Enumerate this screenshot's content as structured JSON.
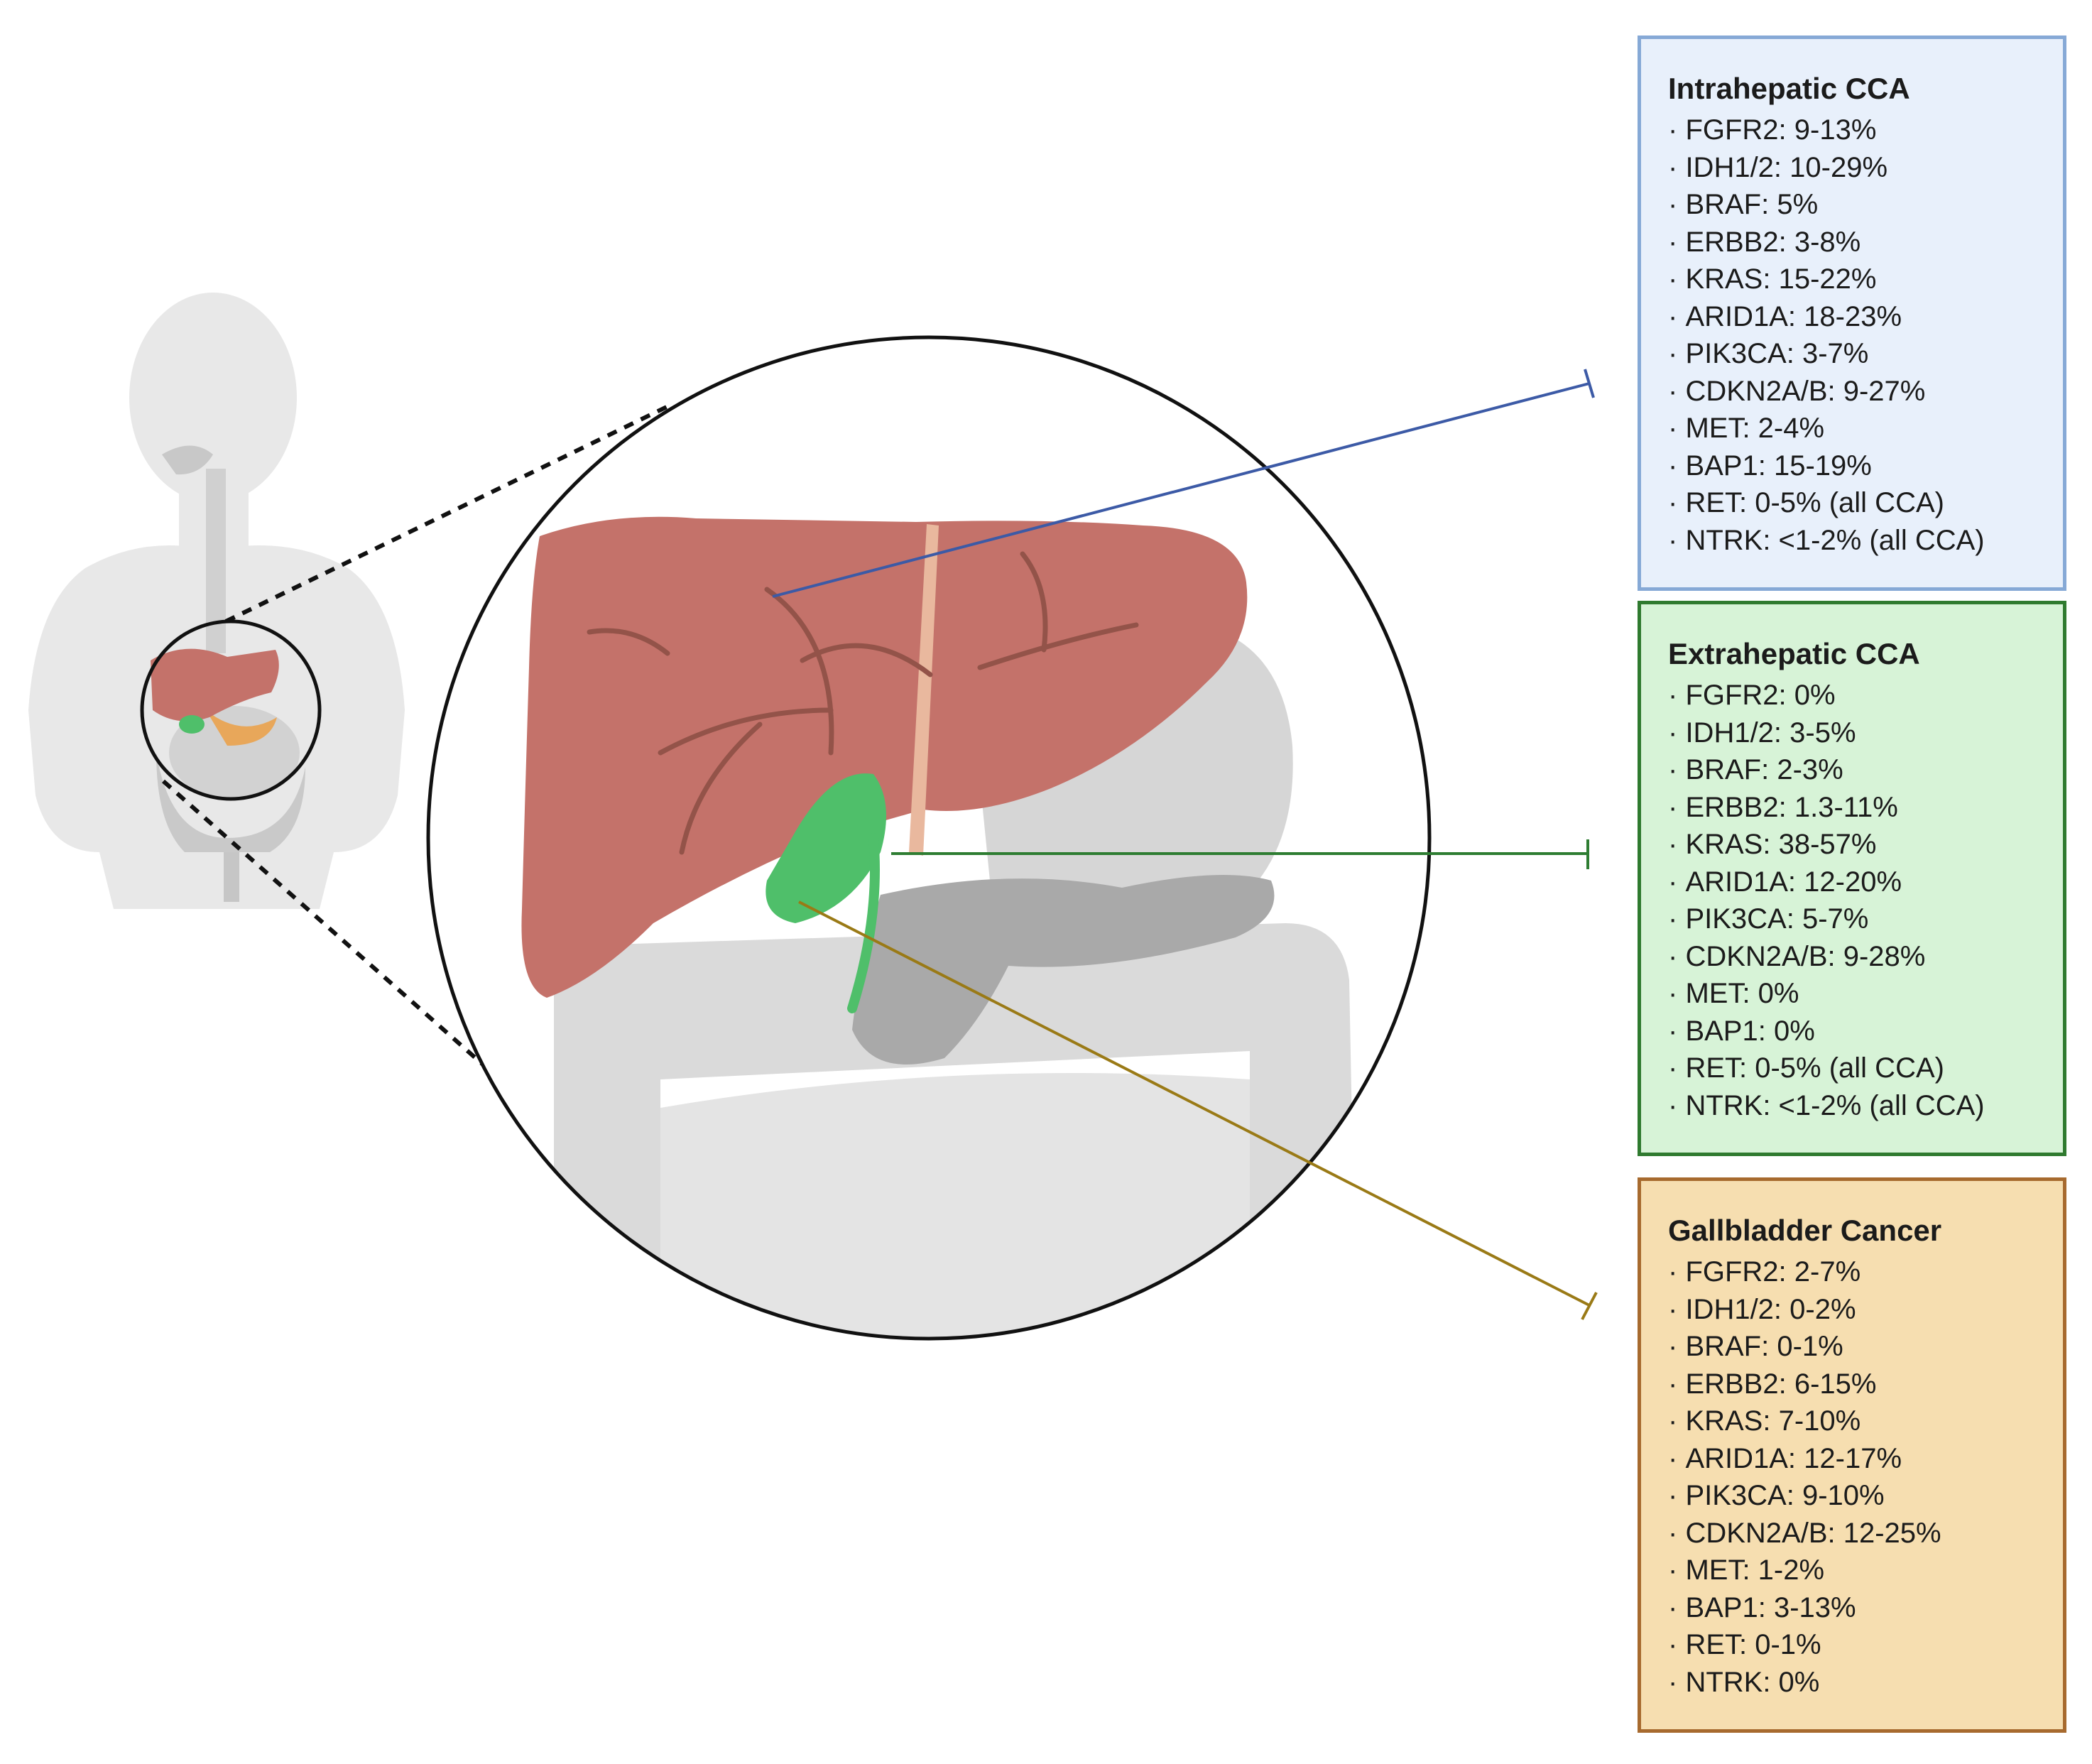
{
  "panels": [
    {
      "id": "ihcca",
      "title": "Intrahepatic CCA",
      "items": [
        "FGFR2: 9-13%",
        "IDH1/2: 10-29%",
        "BRAF: 5%",
        "ERBB2: 3-8%",
        "KRAS: 15-22%",
        "ARID1A: 18-23%",
        "PIK3CA: 3-7%",
        "CDKN2A/B: 9-27%",
        "MET: 2-4%",
        "BAP1: 15-19%",
        "RET: 0-5% (all CCA)",
        "NTRK: <1-2% (all CCA)"
      ],
      "colors": {
        "fill": "#e8f0fb",
        "border": "#86a9d6",
        "connector": "#3c5aa6"
      }
    },
    {
      "id": "ehcca",
      "title": "Extrahepatic CCA",
      "items": [
        "FGFR2: 0%",
        "IDH1/2: 3-5%",
        "BRAF: 2-3%",
        "ERBB2: 1.3-11%",
        "KRAS: 38-57%",
        "ARID1A: 12-20%",
        "PIK3CA: 5-7%",
        "CDKN2A/B: 9-28%",
        "MET: 0%",
        "BAP1: 0%",
        "RET: 0-5% (all CCA)",
        "NTRK: <1-2% (all CCA)"
      ],
      "colors": {
        "fill": "#d7f3d7",
        "border": "#2f7a2f",
        "connector": "#2e7d32"
      }
    },
    {
      "id": "gbc",
      "title": "Gallbladder Cancer",
      "items": [
        "FGFR2: 2-7%",
        "IDH1/2: 0-2%",
        "BRAF: 0-1%",
        "ERBB2: 6-15%",
        "KRAS: 7-10%",
        "ARID1A: 12-17%",
        "PIK3CA: 9-10%",
        "CDKN2A/B: 12-25%",
        "MET: 1-2%",
        "BAP1: 3-13%",
        "RET: 0-1%",
        "NTRK: 0%"
      ],
      "colors": {
        "fill": "#f6deb0",
        "border": "#a76a2e",
        "connector": "#9a7a16"
      }
    }
  ],
  "illustration": {
    "colors": {
      "liver": "#c4726a",
      "gallbladder": "#4fbf6a",
      "body": "#e6e6e6",
      "organs": "#d3d3d3",
      "pancreas": "#a9a9a9"
    }
  }
}
